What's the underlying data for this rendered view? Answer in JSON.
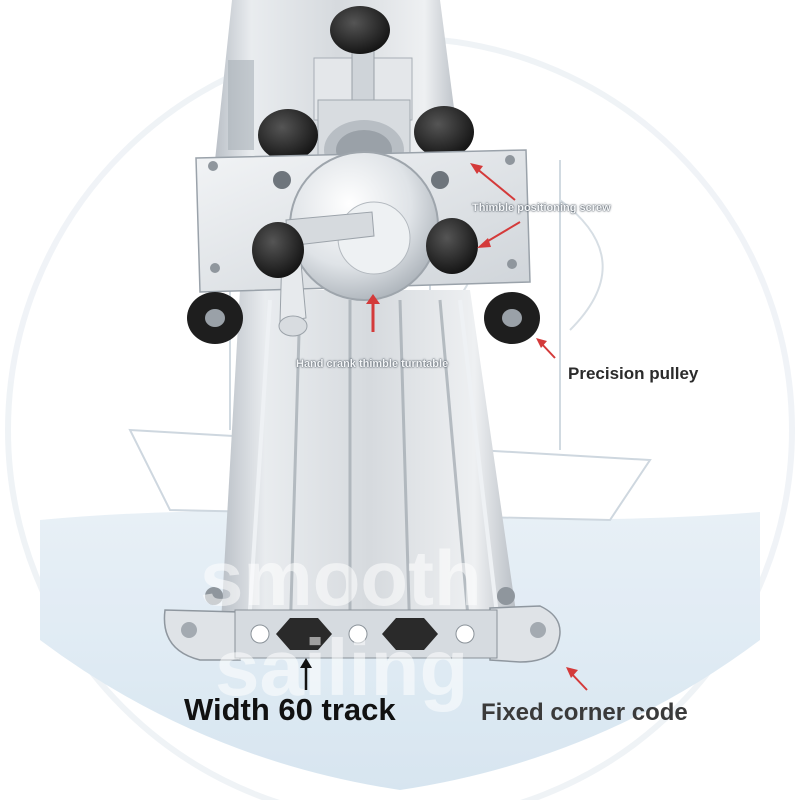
{
  "labels": {
    "thimble_screw": "Thimble positioning screw",
    "turntable": "Hand crank thimble turntable",
    "pulley": "Precision pulley",
    "width_track": "Width 60 track",
    "corner_code": "Fixed corner code"
  },
  "watermark": {
    "text_line1": "smooth",
    "text_line2": "sailing"
  },
  "colors": {
    "arrow_red": "#d43a3a",
    "track_grey": "#c9ced4",
    "watermark_blue": "#cfe0ee",
    "knob_black": "#1c1c1c"
  }
}
